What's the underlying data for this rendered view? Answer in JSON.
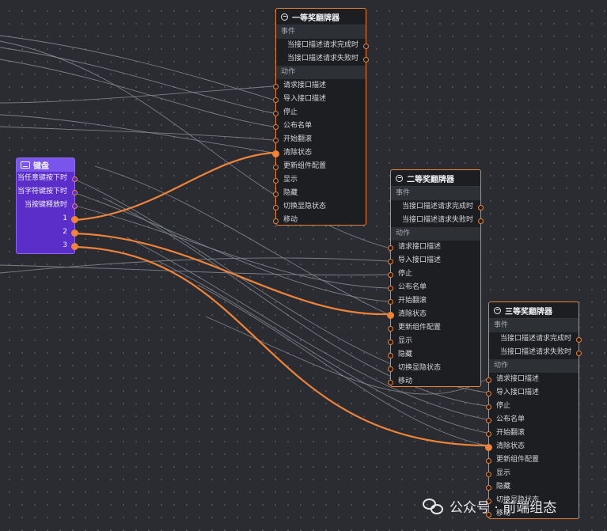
{
  "keyboard_node": {
    "title": "键盘",
    "outputs": [
      "当任意键按下时",
      "当字符键按下时",
      "当按键释放时",
      "1",
      "2",
      "3"
    ]
  },
  "receivers": [
    {
      "title": "一等奖翻牌器",
      "events_label": "事件",
      "events": [
        "当接口描述请求完成时",
        "当接口描述请求失败时"
      ],
      "actions_label": "动作",
      "actions": [
        "请求接口描述",
        "导入接口描述",
        "停止",
        "公布名单",
        "开始翻滚",
        "清除状态",
        "更新组件配置",
        "显示",
        "隐藏",
        "切换显隐状态",
        "移动"
      ]
    },
    {
      "title": "二等奖翻牌器",
      "events_label": "事件",
      "events": [
        "当接口描述请求完成时",
        "当接口描述请求失败时"
      ],
      "actions_label": "动作",
      "actions": [
        "请求接口描述",
        "导入接口描述",
        "停止",
        "公布名单",
        "开始翻滚",
        "清除状态",
        "更新组件配置",
        "显示",
        "隐藏",
        "切换显隐状态",
        "移动"
      ]
    },
    {
      "title": "三等奖翻牌器",
      "events_label": "事件",
      "events": [
        "当接口描述请求完成时",
        "当接口描述请求失败时"
      ],
      "actions_label": "动作",
      "actions": [
        "请求接口描述",
        "导入接口描述",
        "停止",
        "公布名单",
        "开始翻滚",
        "清除状态",
        "更新组件配置",
        "显示",
        "隐藏",
        "切换显隐状态",
        "移动"
      ]
    }
  ],
  "watermark": {
    "text": "公众号 · 前端组态"
  },
  "colors": {
    "accent": "#f0833a",
    "node_border": "#e9813a",
    "keyboard_bg": "#5b2dc9",
    "canvas_bg": "#2a2c31"
  }
}
